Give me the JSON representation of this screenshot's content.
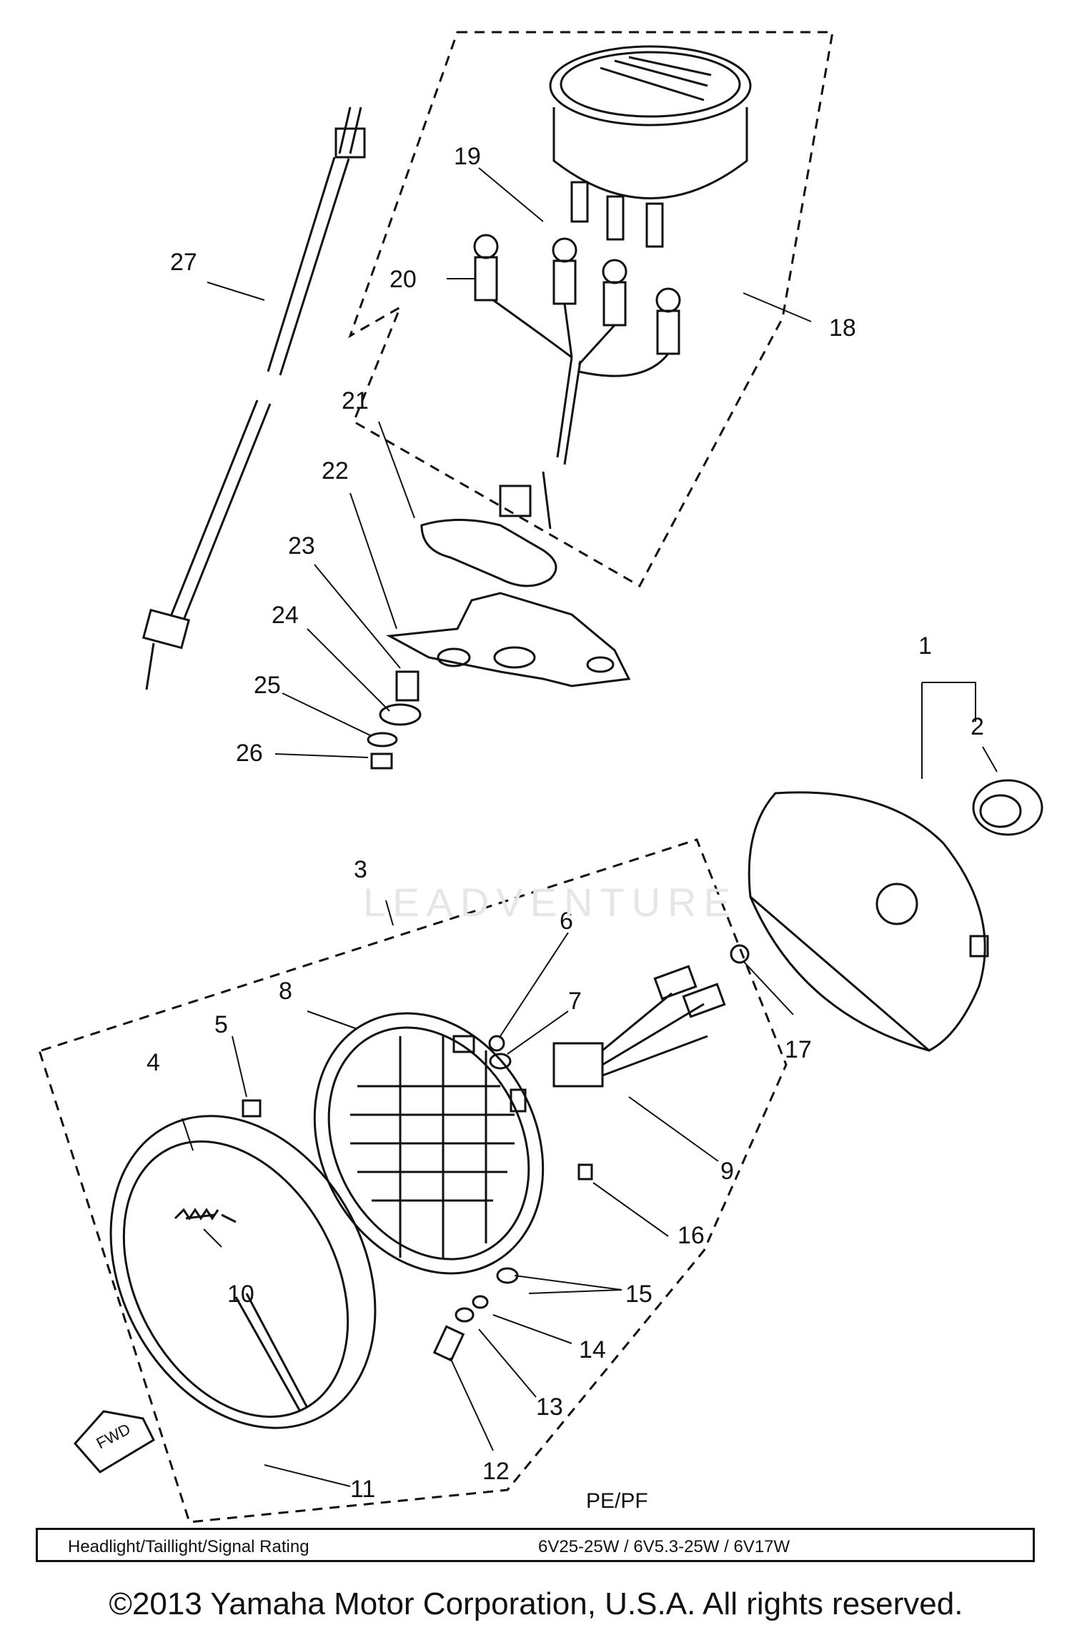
{
  "diagram": {
    "callouts": {
      "c1": "1",
      "c2": "2",
      "c3": "3",
      "c4": "4",
      "c5": "5",
      "c6": "6",
      "c7": "7",
      "c8": "8",
      "c9": "9",
      "c10": "10",
      "c11": "11",
      "c12": "12",
      "c13": "13",
      "c14": "14",
      "c15": "15",
      "c16": "16",
      "c17": "17",
      "c18": "18",
      "c19": "19",
      "c20": "20",
      "c21": "21",
      "c22": "22",
      "c23": "23",
      "c24": "24",
      "c25": "25",
      "c26": "26",
      "c27": "27"
    },
    "variant_label": "PE/PF",
    "fwd_label": "FWD"
  },
  "rating": {
    "label": "Headlight/Taillight/Signal Rating",
    "value": "6V25-25W / 6V5.3-25W / 6V17W"
  },
  "watermark": "LEADVENTURE",
  "copyright": "©2013 Yamaha Motor Corporation, U.S.A. All rights reserved."
}
